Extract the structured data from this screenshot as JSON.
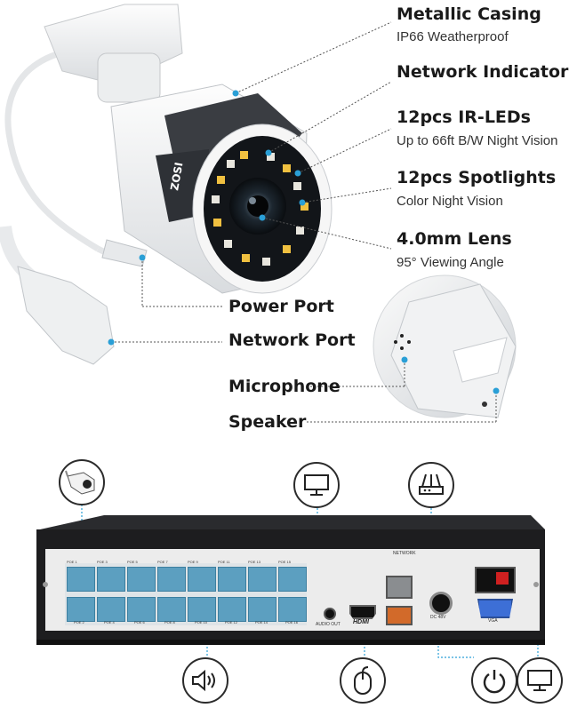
{
  "features": [
    {
      "title": "Metallic Casing",
      "subtitle": "IP66 Weatherproof"
    },
    {
      "title": "Network Indicator",
      "subtitle": ""
    },
    {
      "title": "12pcs IR-LEDs",
      "subtitle": "Up to 66ft B/W Night Vision"
    },
    {
      "title": "12pcs Spotlights",
      "subtitle": "Color Night Vision"
    },
    {
      "title": "4.0mm Lens",
      "subtitle": "95° Viewing Angle"
    }
  ],
  "camera_labels": {
    "power_port": "Power Port",
    "network_port": "Network Port",
    "microphone": "Microphone",
    "speaker": "Speaker"
  },
  "brand": "ZOSI",
  "nvr": {
    "poe_top": [
      "POE 1",
      "POE 3",
      "POE 5",
      "POE 7",
      "POE 9",
      "POE 11",
      "POE 13",
      "POE 15"
    ],
    "poe_bottom": [
      "POE 2",
      "POE 4",
      "POE 6",
      "POE 8",
      "POE 10",
      "POE 12",
      "POE 14",
      "POE 16"
    ],
    "audio_out": "AUDIO OUT",
    "hdmi": "HDMI",
    "network": "NETWORK",
    "dc": "DC 48V",
    "vga": "VGA"
  },
  "icons": {
    "top": [
      "camera-icon",
      "monitor-icon",
      "router-icon"
    ],
    "bottom": [
      "speaker-icon",
      "mouse-icon",
      "power-icon",
      "monitor-icon"
    ]
  },
  "colors": {
    "accent_dotted": "#2a9fd6",
    "port_blue": "#5c9fc0",
    "nvr_body": "#1d1d1f"
  }
}
